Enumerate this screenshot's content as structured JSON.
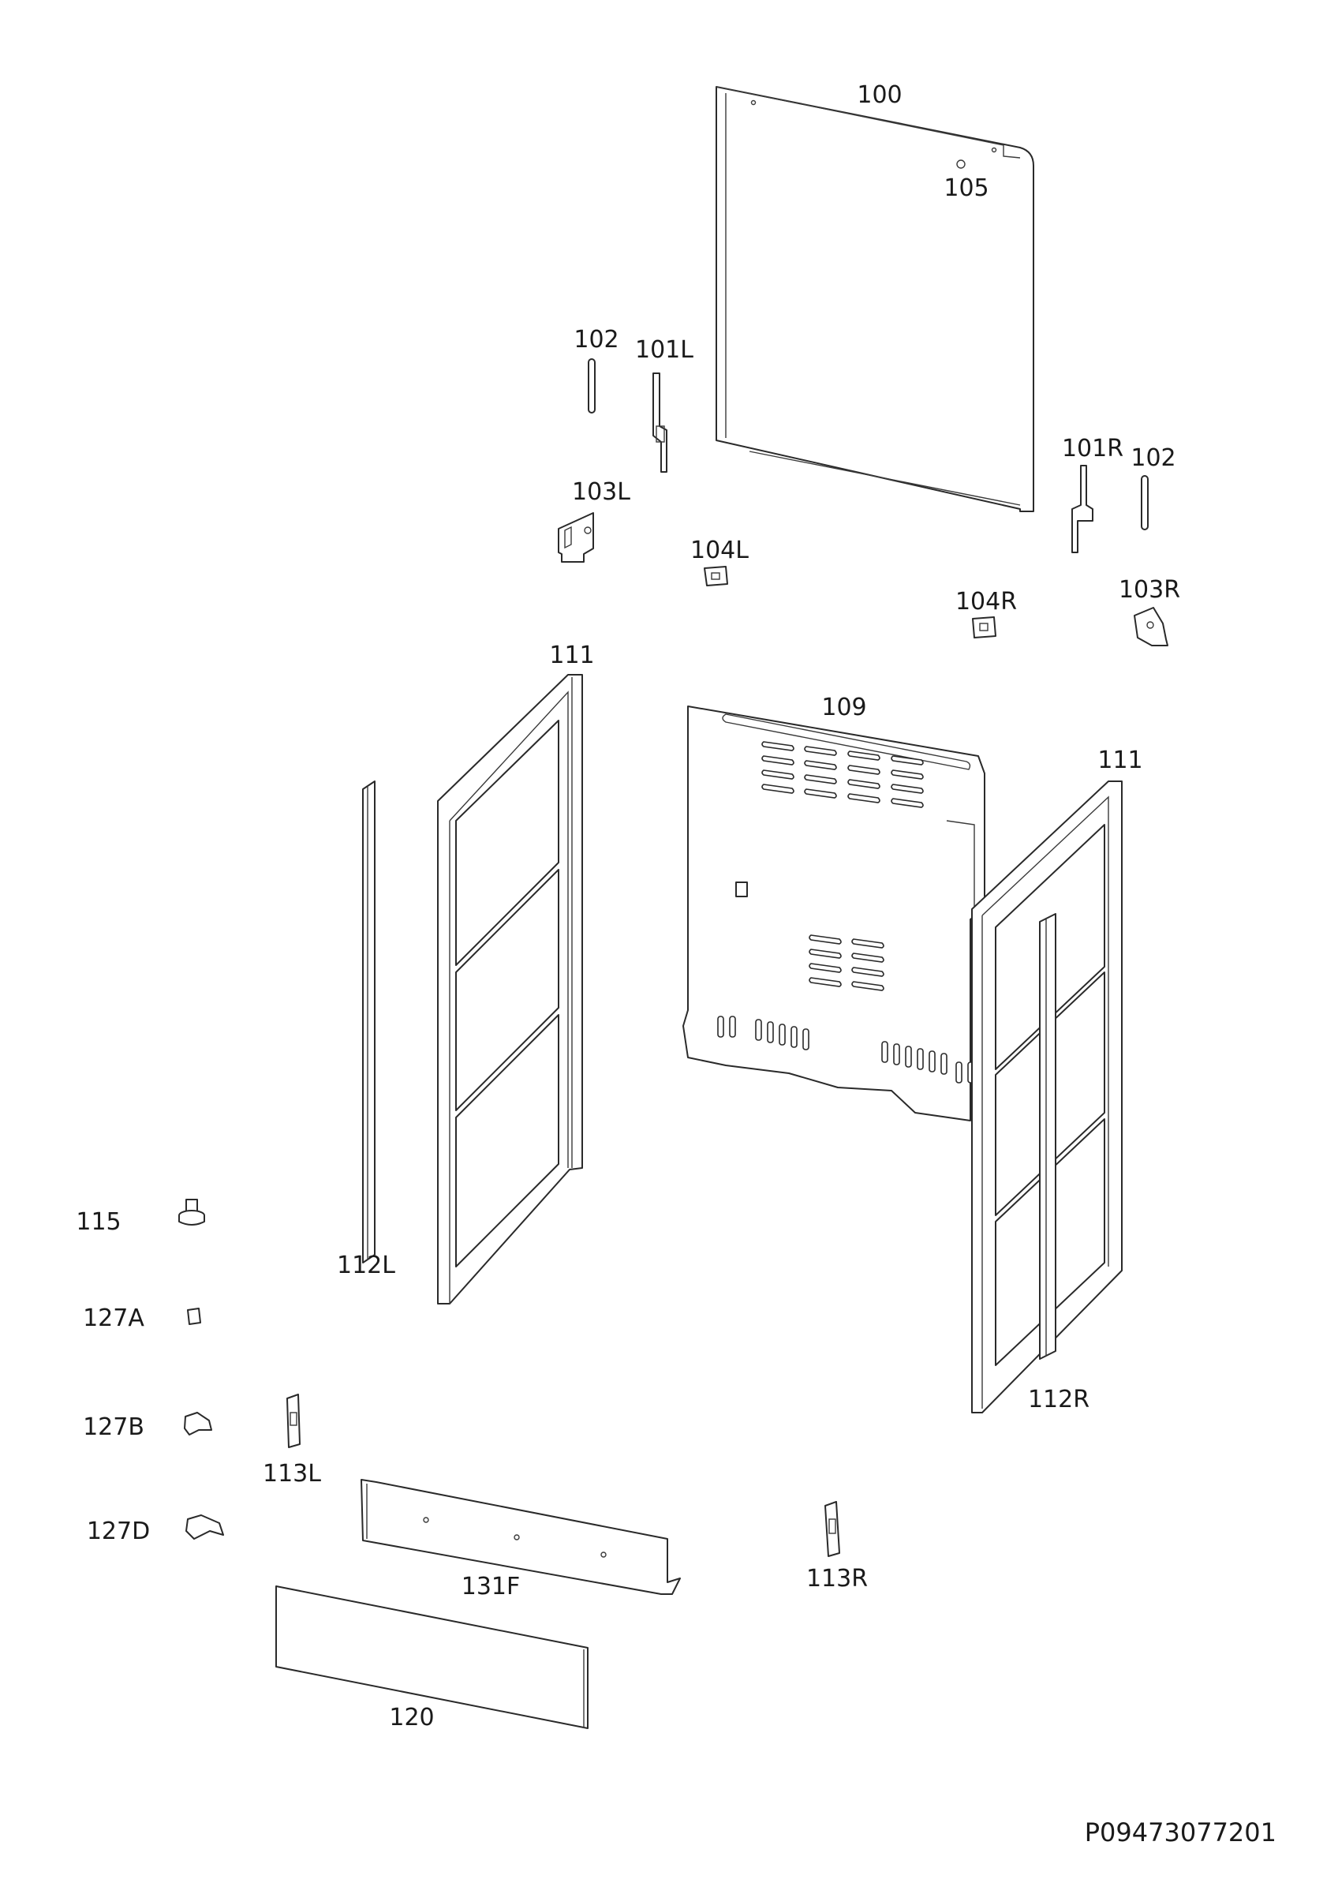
{
  "parts": [
    {
      "id": "p100",
      "label": "100"
    },
    {
      "id": "p105",
      "label": "105"
    },
    {
      "id": "p102a",
      "label": "102"
    },
    {
      "id": "p101L",
      "label": "101L"
    },
    {
      "id": "p101R",
      "label": "101R"
    },
    {
      "id": "p102b",
      "label": "102"
    },
    {
      "id": "p103L",
      "label": "103L"
    },
    {
      "id": "p104L",
      "label": "104L"
    },
    {
      "id": "p104R",
      "label": "104R"
    },
    {
      "id": "p103R",
      "label": "103R"
    },
    {
      "id": "p111a",
      "label": "111"
    },
    {
      "id": "p109",
      "label": "109"
    },
    {
      "id": "p111b",
      "label": "111"
    },
    {
      "id": "p112L",
      "label": "112L"
    },
    {
      "id": "p112R",
      "label": "112R"
    },
    {
      "id": "p115",
      "label": "115"
    },
    {
      "id": "p127A",
      "label": "127A"
    },
    {
      "id": "p127B",
      "label": "127B"
    },
    {
      "id": "p113L",
      "label": "113L"
    },
    {
      "id": "p127D",
      "label": "127D"
    },
    {
      "id": "p131F",
      "label": "131F"
    },
    {
      "id": "p113R",
      "label": "113R"
    },
    {
      "id": "p120",
      "label": "120"
    }
  ],
  "drawing_number": "P09473077201"
}
